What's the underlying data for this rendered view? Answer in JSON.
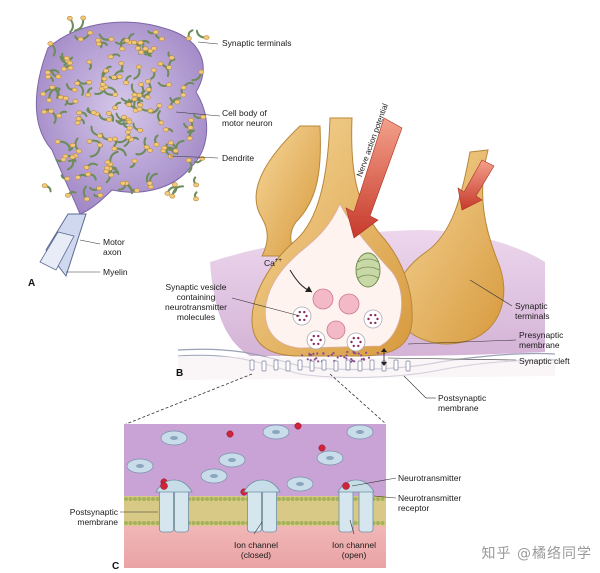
{
  "panels": {
    "a": "A",
    "b": "B",
    "c": "C"
  },
  "labels": {
    "synaptic_terminals_a": "Synaptic terminals",
    "cell_body_line1": "Cell body of",
    "cell_body_line2": "motor neuron",
    "dendrite": "Dendrite",
    "motor_axon_line1": "Motor",
    "motor_axon_line2": "axon",
    "myelin": "Myelin",
    "ca": "Ca",
    "ca_sup": "++",
    "nerve_action_potential": "Nerve action potential",
    "vesicle_line1": "Synaptic vesicle",
    "vesicle_line2": "containing",
    "vesicle_line3": "neurotransmitter",
    "vesicle_line4": "molecules",
    "synaptic_terminals_b_line1": "Synaptic",
    "synaptic_terminals_b_line2": "terminals",
    "presynaptic_line1": "Presynaptic",
    "presynaptic_line2": "membrane",
    "synaptic_cleft": "Synaptic cleft",
    "postsynaptic_b_line1": "Postsynaptic",
    "postsynaptic_b_line2": "membrane",
    "neurotransmitter": "Neurotransmitter",
    "receptor_line1": "Neurotransmitter",
    "receptor_line2": "receptor",
    "postsynaptic_c_line1": "Postsynaptic",
    "postsynaptic_c_line2": "membrane",
    "closed_line1": "Ion channel",
    "closed_line2": "(closed)",
    "open_line1": "Ion channel",
    "open_line2": "(open)"
  },
  "watermark": "知乎 @橘络同学",
  "colors": {
    "terminal": "#e9b866",
    "cell": "#b9a3d6",
    "cleft_bg": "#c9a2cf",
    "post_bg": "#f2b9b9",
    "channel": "#c7dde8",
    "arrow": "#d94d3a",
    "nt": "#d0243a"
  }
}
